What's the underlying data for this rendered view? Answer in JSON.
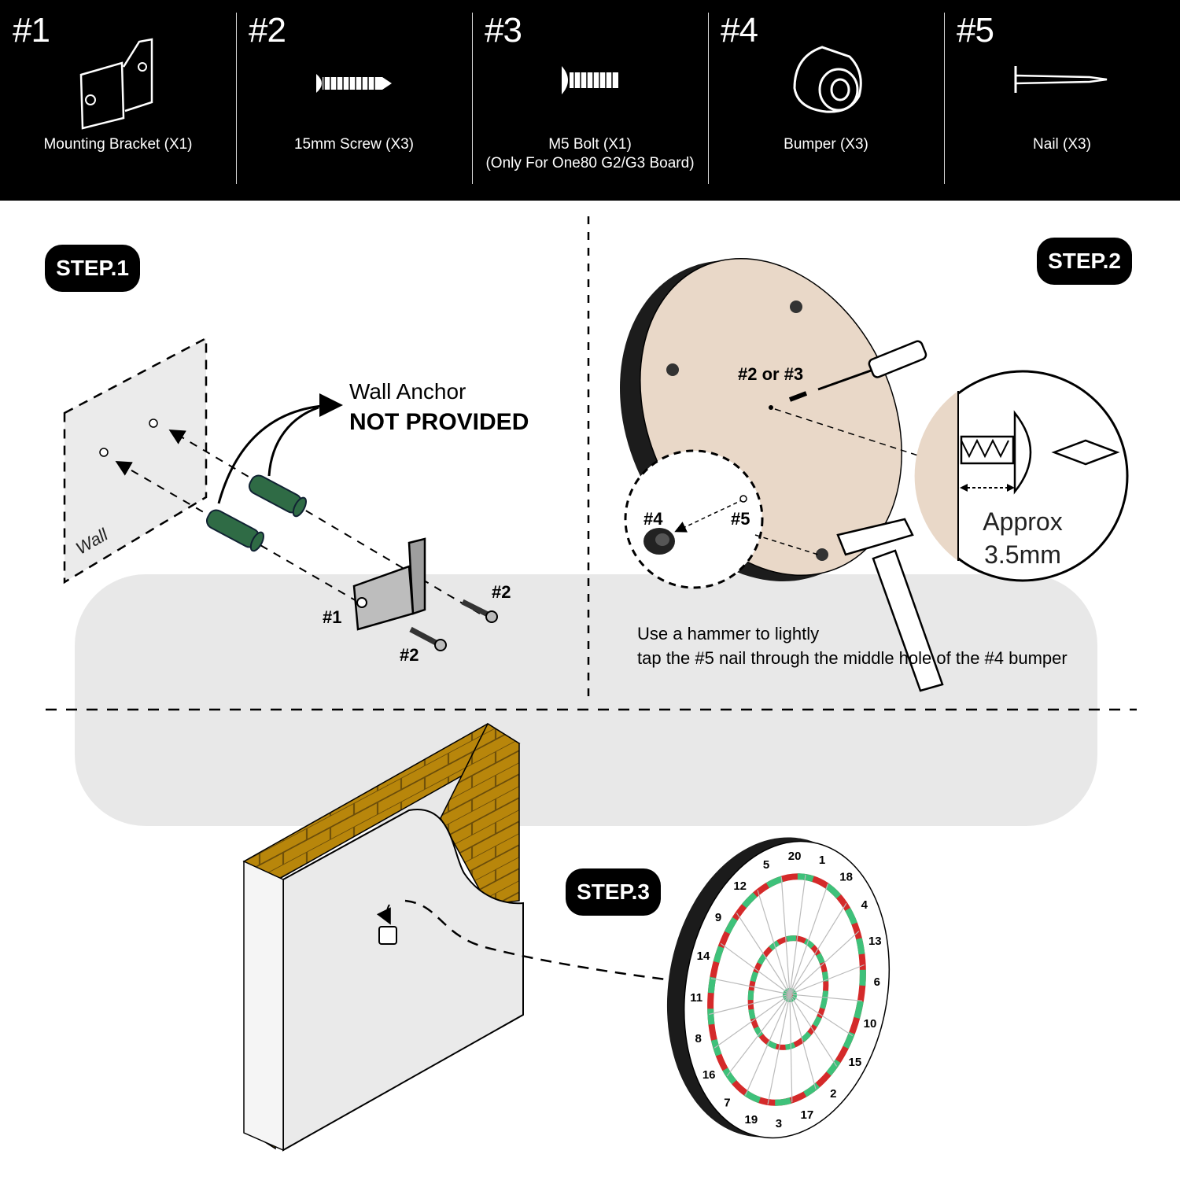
{
  "parts": [
    {
      "num": "#1",
      "label": [
        "Mounting Bracket (X1)"
      ],
      "icon": "mounting-bracket-icon"
    },
    {
      "num": "#2",
      "label": [
        "15mm Screw (X3)"
      ],
      "icon": "screw-icon"
    },
    {
      "num": "#3",
      "label": [
        "M5 Bolt (X1)",
        "(Only For One80 G2/G3 Board)"
      ],
      "icon": "bolt-icon"
    },
    {
      "num": "#4",
      "label": [
        "Bumper (X3)"
      ],
      "icon": "bumper-icon"
    },
    {
      "num": "#5",
      "label": [
        "Nail (X3)"
      ],
      "icon": "nail-icon"
    }
  ],
  "step1": {
    "pill": "STEP.1",
    "anchor_title": "Wall Anchor",
    "anchor_note": "NOT PROVIDED",
    "wall_label": "Wall",
    "callout_bracket": "#1",
    "callout_screw_a": "#2",
    "callout_screw_b": "#2"
  },
  "step2": {
    "pill": "STEP.2",
    "callout_screw": "#2 or #3",
    "callout_bumper": "#4",
    "callout_nail": "#5",
    "approx_line1": "Approx",
    "approx_line2": "3.5mm",
    "instruction_line1": "Use a hammer to lightly",
    "instruction_line2": "tap the #5 nail through the middle hole of the #4 bumper"
  },
  "step3": {
    "pill": "STEP.3",
    "board_numbers": [
      "20",
      "1",
      "18",
      "4",
      "13",
      "6",
      "10",
      "15",
      "2",
      "17",
      "3",
      "19",
      "7",
      "16",
      "8",
      "11",
      "14",
      "9",
      "12",
      "5"
    ]
  },
  "colors": {
    "bar": "#000000",
    "board_face": "#e9d8c8",
    "anchor": "#2f6b45",
    "brick": "#b8860b",
    "ring_red": "#d42a2a",
    "ring_green": "#3ec17a"
  }
}
